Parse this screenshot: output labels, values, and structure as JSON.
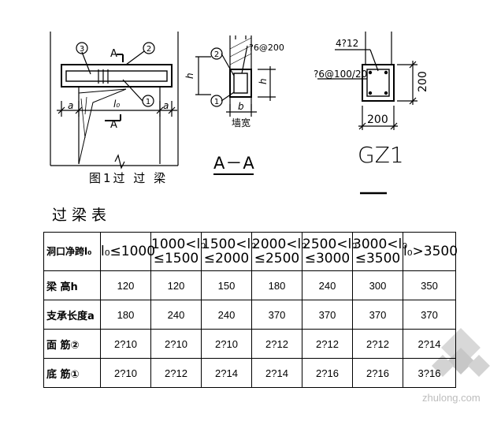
{
  "elevation": {
    "section_mark": "A",
    "callout_1": "1",
    "callout_2": "2",
    "callout_3": "3",
    "dim_a": "a",
    "dim_l0": "l₀",
    "caption": "图1过 过 梁"
  },
  "section_aa": {
    "rebar_note": "?6@200",
    "callout_2": "2",
    "callout_1": "1",
    "dim_h_left": "h",
    "dim_h_right": "h",
    "dim_b": "b",
    "wall_note": "墙宽",
    "caption": "A－A"
  },
  "gz1": {
    "rebar_top": "4?12",
    "rebar_stirrup": "?6@100/20",
    "dim_side": "200",
    "dim_bottom": "200",
    "caption": "GZ1"
  },
  "table_title": "过梁表",
  "table": {
    "headers": [
      "洞口净跨l₀",
      "l₀≤1000",
      "1000<l₀\n≤1500",
      "1500<l₀\n≤2000",
      "2000<l₀\n≤2500",
      "2500<l₀\n≤3000",
      "3000<l₀\n≤3500",
      "l₀>3500"
    ],
    "rows": [
      {
        "label": "梁 高h",
        "cells": [
          "120",
          "120",
          "150",
          "180",
          "240",
          "300",
          "350"
        ]
      },
      {
        "label": "支承长度a",
        "cells": [
          "180",
          "240",
          "240",
          "370",
          "370",
          "370",
          "370"
        ]
      },
      {
        "label": "面 筋②",
        "cells": [
          "2?10",
          "2?10",
          "2?10",
          "2?12",
          "2?12",
          "2?12",
          "2?14"
        ]
      },
      {
        "label": "底 筋①",
        "cells": [
          "2?10",
          "2?12",
          "2?14",
          "2?14",
          "2?16",
          "2?16",
          "3?16"
        ]
      }
    ]
  },
  "watermark": {
    "text": "zhulong.com"
  }
}
